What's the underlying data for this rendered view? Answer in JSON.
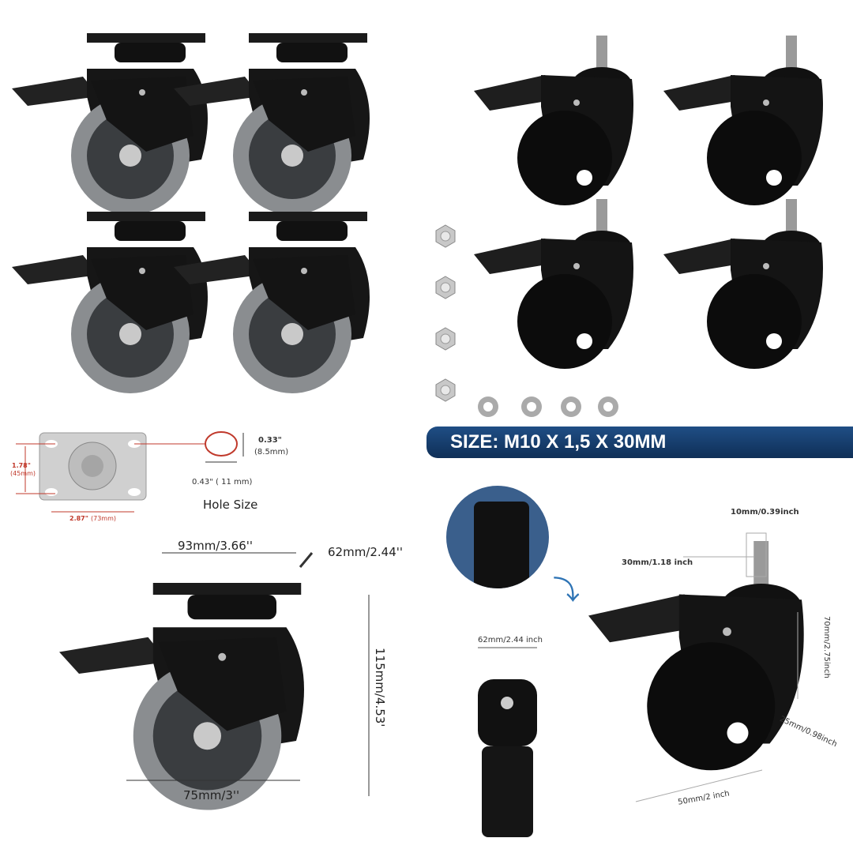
{
  "banner": {
    "size_label": "SIZE: M10 X 1,5 X 30MM",
    "color": "#1a4577"
  },
  "plate_diagram": {
    "height_in": "1.78\"",
    "height_mm": "(45mm)",
    "width_in": "2.87\"",
    "width_mm": "(73mm)",
    "hole_h_in": "0.33\"",
    "hole_h_mm": "(8.5mm)",
    "hole_w": "0.43\" ( 11 mm)",
    "hole_title": "Hole Size"
  },
  "plate_caster_dims": {
    "plate_length": "93mm/3.66''",
    "plate_width": "62mm/2.44''",
    "height": "115mm/4.53'",
    "wheel": "75mm/3''"
  },
  "stem_caster_dims": {
    "stem_dia": "10mm/0.39inch",
    "stem_len": "30mm/1.18 inch",
    "height": "70mm/2.75inch",
    "wheel_width": "25mm/0.98inch",
    "wheel_dia": "50mm/2 inch",
    "side_width": "62mm/2.44 inch"
  },
  "colors": {
    "wheel_gray": "#8a8d90",
    "body_black": "#1a1a1a",
    "dim_red": "#c0392b"
  }
}
